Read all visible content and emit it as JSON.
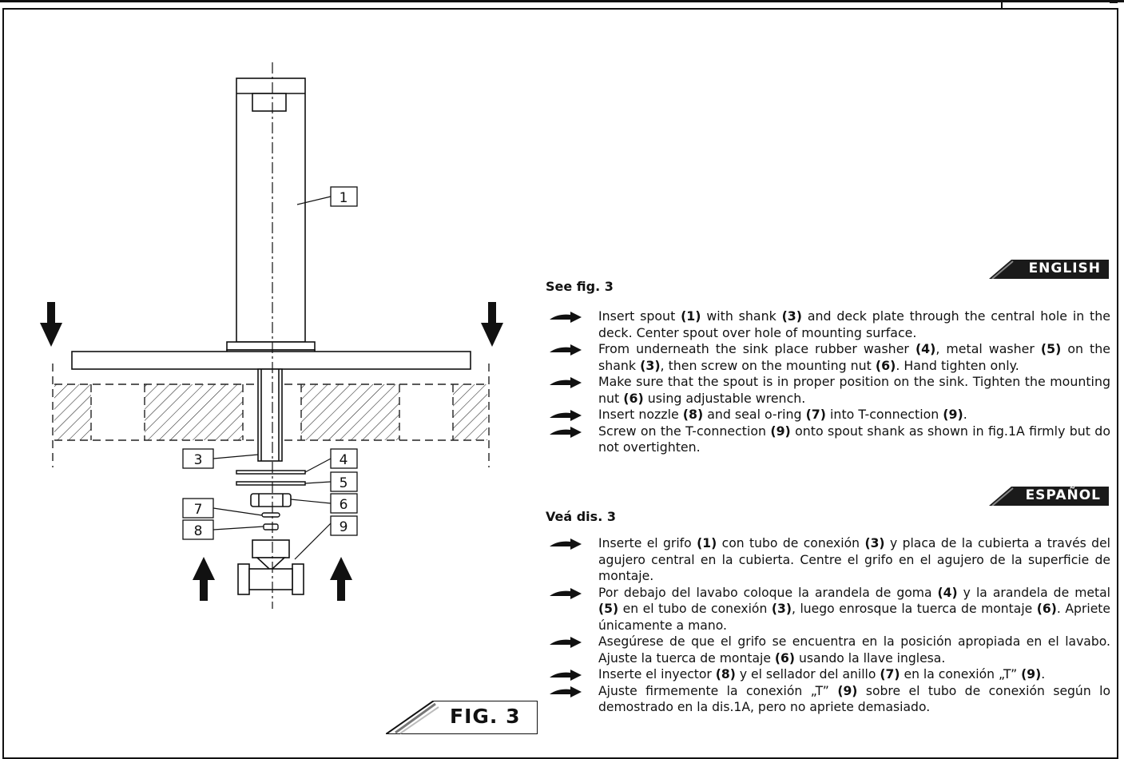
{
  "figure": {
    "label": "FIG. 3",
    "callouts": [
      "1",
      "3",
      "4",
      "5",
      "6",
      "7",
      "8",
      "9"
    ]
  },
  "english": {
    "tab": "ENGLISH",
    "heading": "See fig. 3",
    "steps": [
      [
        "Insert spout ",
        {
          "b": "(1)"
        },
        " with shank ",
        {
          "b": "(3)"
        },
        " and deck plate through the central hole in the deck. Center spout over hole of mounting surface."
      ],
      [
        "From underneath the sink place rubber washer ",
        {
          "b": "(4)"
        },
        ", metal washer ",
        {
          "b": "(5)"
        },
        " on the shank ",
        {
          "b": "(3)"
        },
        ", then screw on the mounting nut ",
        {
          "b": "(6)"
        },
        ". Hand tighten only."
      ],
      [
        "Make sure that the spout is in proper position on the sink. Tighten the mounting nut ",
        {
          "b": "(6)"
        },
        " using adjustable wrench."
      ],
      [
        "Insert nozzle ",
        {
          "b": "(8)"
        },
        " and seal o-ring ",
        {
          "b": "(7)"
        },
        " into T-connection ",
        {
          "b": "(9)"
        },
        "."
      ],
      [
        "Screw on the T-connection ",
        {
          "b": "(9)"
        },
        " onto spout shank as shown in fig.1A firmly but do not overtighten."
      ]
    ]
  },
  "spanish": {
    "tab": "ESPAÑOL",
    "heading": "Veá dis. 3",
    "steps": [
      [
        "Inserte el grifo ",
        {
          "b": "(1)"
        },
        " con tubo de conexión ",
        {
          "b": "(3)"
        },
        " y placa de la cubierta a través del agujero central en la cubierta. Centre el grifo en el agujero de la superficie de montaje."
      ],
      [
        "Por debajo del lavabo coloque la arandela de goma ",
        {
          "b": "(4)"
        },
        " y la arandela de metal ",
        {
          "b": "(5)"
        },
        " en el tubo de conexión ",
        {
          "b": "(3)"
        },
        ", luego enrosque la tuerca de montaje ",
        {
          "b": "(6)"
        },
        ". Apriete únicamente a mano."
      ],
      [
        "Asegúrese de que el grifo se encuentra en la posición apropiada en el lavabo. Ajuste la tuerca de montaje ",
        {
          "b": "(6)"
        },
        " usando la llave inglesa."
      ],
      [
        "Inserte el inyector ",
        {
          "b": "(8)"
        },
        " y el sellador del anillo ",
        {
          "b": "(7)"
        },
        " en la conexión „T” ",
        {
          "b": "(9)"
        },
        "."
      ],
      [
        "Ajuste firmemente la conexión „T” ",
        {
          "b": "(9)"
        },
        " sobre el tubo de conexión según lo demostrado en la dis.1A, pero no apriete demasiado."
      ]
    ]
  }
}
